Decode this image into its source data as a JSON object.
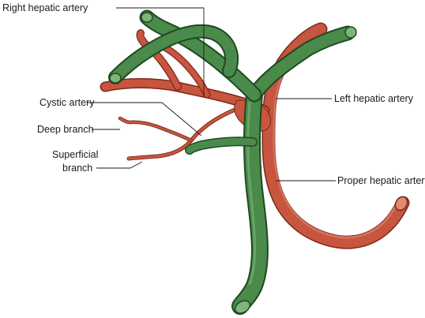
{
  "labels": {
    "right_hepatic_artery": "Right hepatic artery",
    "cystic_artery": "Cystic artery",
    "deep_branch": "Deep branch",
    "superficial_branch_line1": "Superficial",
    "superficial_branch_line2": "branch",
    "left_hepatic_artery": "Left hepatic artery",
    "proper_hepatic_artery": "Proper hepatic artery"
  },
  "colors": {
    "artery_fill": "#c8553f",
    "artery_outline": "#7a2a1c",
    "artery_highlight": "#e08a72",
    "duct_fill": "#4a8a4a",
    "duct_outline": "#1f4a22",
    "duct_highlight": "#7fb57a",
    "label_text": "#1a1a1a"
  }
}
